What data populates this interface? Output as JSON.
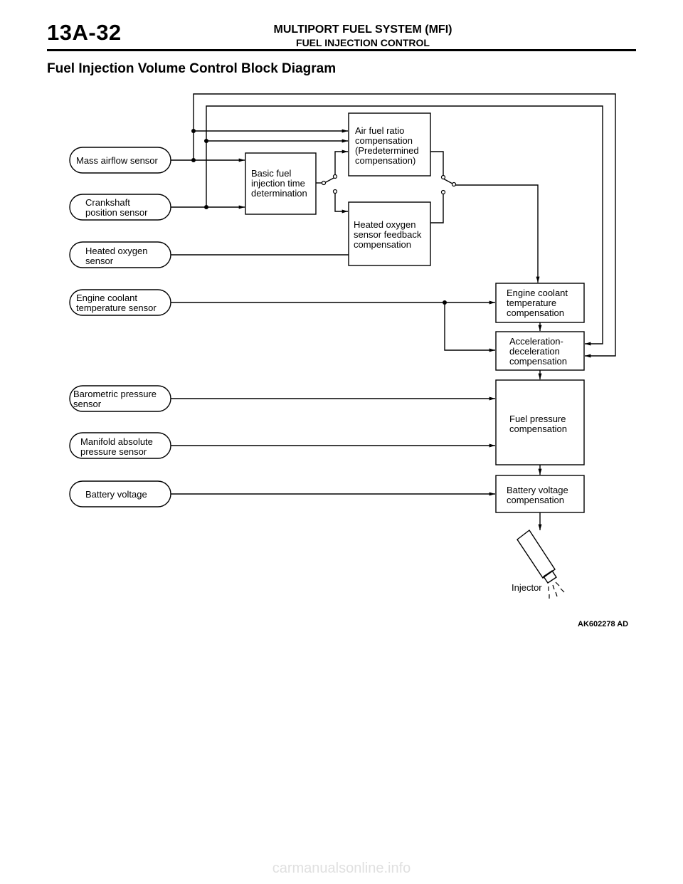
{
  "header": {
    "page_number": "13A-32",
    "title": "MULTIPORT FUEL SYSTEM (MFI)",
    "subtitle": "FUEL INJECTION CONTROL"
  },
  "section_title": "Fuel Injection Volume Control Block Diagram",
  "sensors": {
    "maf": "Mass airflow sensor",
    "crank": "Crankshaft\nposition sensor",
    "o2": "Heated oxygen\nsensor",
    "ect": "Engine coolant\ntemperature sensor",
    "baro": "Barometric pressure\nsensor",
    "map": "Manifold absolute\npressure sensor",
    "batt": "Battery voltage"
  },
  "blocks": {
    "basic": "Basic fuel\ninjection time\ndetermination",
    "afr": "Air fuel ratio\ncompensation\n(Predetermined\ncompensation)",
    "o2fb": "Heated oxygen\nsensor feedback\ncompensation",
    "ect_comp": "Engine coolant\ntemperature\ncompensation",
    "accel": "Acceleration-\ndeceleration\ncompensation",
    "fuelp": "Fuel pressure\ncompensation",
    "batt_comp": "Battery voltage\ncompensation"
  },
  "injector_label": "Injector",
  "figure_id": "AK602278 AD",
  "watermark": "carmanualsonline.info"
}
